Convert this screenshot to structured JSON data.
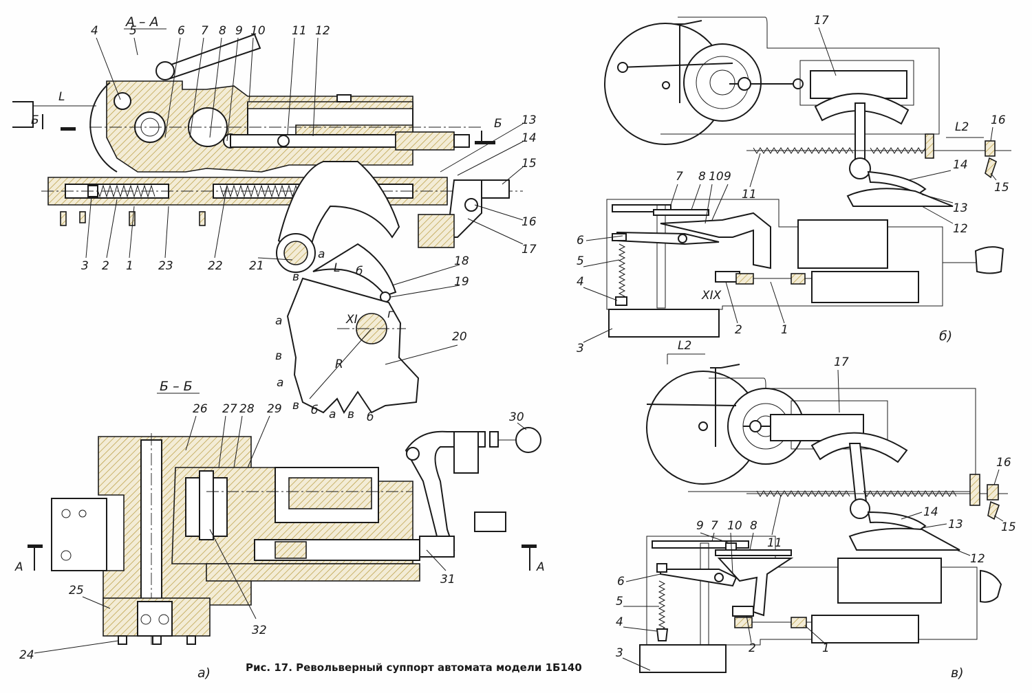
{
  "figure": {
    "caption": "Рис. 17. Револьверный суппорт автомата модели 1Б140",
    "accent_color": "#1a1a1a",
    "hatch_color": "#b79a3c"
  },
  "views": {
    "section_aa": {
      "title": "А – А",
      "dimension_label": "L",
      "cut_mark": "Б",
      "cut_mark_right": "Б",
      "part_labels": [
        "1",
        "2",
        "3",
        "4",
        "5",
        "6",
        "7",
        "8",
        "9",
        "10",
        "11",
        "12",
        "13",
        "14",
        "15",
        "16",
        "17",
        "18",
        "19",
        "20",
        "21",
        "22",
        "23"
      ],
      "cam_letters": [
        "а",
        "б",
        "в",
        "г",
        "а",
        "в",
        "а",
        "в",
        "б",
        "а",
        "в",
        "б"
      ],
      "cam_marks": {
        "radius": "R",
        "axis": "XI",
        "lever_dim": "L"
      }
    },
    "section_bb": {
      "title": "Б – Б",
      "section_mark_left": "А",
      "section_mark_right": "А",
      "part_labels": [
        "24",
        "25",
        "26",
        "27",
        "28",
        "29",
        "30",
        "31",
        "32"
      ],
      "view_letter": "а)"
    },
    "view_b": {
      "view_letter": "б)",
      "dimension_label": "L2",
      "roman": "XIX",
      "part_labels": [
        "1",
        "2",
        "3",
        "4",
        "5",
        "6",
        "7",
        "8",
        "9",
        "10",
        "11",
        "12",
        "13",
        "14",
        "15",
        "16",
        "17"
      ]
    },
    "view_v": {
      "view_letter": "в)",
      "dimension_label": "L2",
      "part_labels": [
        "1",
        "2",
        "3",
        "4",
        "5",
        "6",
        "7",
        "8",
        "9",
        "10",
        "11",
        "12",
        "13",
        "14",
        "15",
        "16",
        "17"
      ]
    }
  }
}
